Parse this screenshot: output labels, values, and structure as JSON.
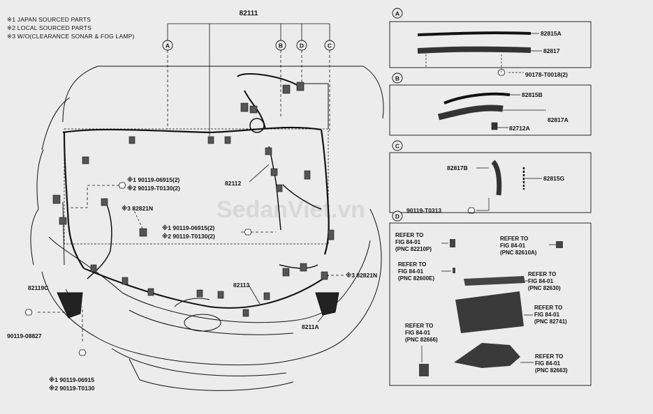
{
  "notes": [
    "※1 JAPAN SOURCED PARTS",
    "※2 LOCAL SOURCED PARTS",
    "※3 W/O(CLEARANCE SONAR & FOG LAMP)"
  ],
  "main": {
    "top_part": "82111",
    "callouts": [
      "A",
      "B",
      "D",
      "C"
    ],
    "parts": {
      "p82112": "82112",
      "p82113": "82113",
      "p82119c": "82119C",
      "p8211a": "8211A",
      "p82821n_left": "※3 82821N",
      "p82821n_right": "※3 82821N",
      "bolt_left_1": "※1 90119-06915(2)",
      "bolt_left_2": "※2 90119-T0130(2)",
      "bolt_mid_1": "※1 90119-06915(2)",
      "bolt_mid_2": "※2 90119-T0130(2)",
      "bolt_side": "90119-08827",
      "bolt_bottom_1": "※1 90119-06915",
      "bolt_bottom_2": "※2 90119-T0130"
    }
  },
  "watermark": "SedanViet.vn",
  "panels": {
    "A": {
      "tag": "A",
      "parts": [
        "82815A",
        "82817",
        "90178-T0018(2)"
      ]
    },
    "B": {
      "tag": "B",
      "parts": [
        "82815B",
        "82817A",
        "82712A"
      ]
    },
    "C": {
      "tag": "C",
      "parts": [
        "82817B",
        "82815G",
        "90119-T0313"
      ]
    },
    "D": {
      "tag": "D",
      "refs": [
        {
          "line1": "REFER TO",
          "line2": "FIG 84-01",
          "line3": "(PNC 82210P)"
        },
        {
          "line1": "REFER TO",
          "line2": "FIG 84-01",
          "line3": "(PNC 82610A)"
        },
        {
          "line1": "REFER TO",
          "line2": "FIG 84-01",
          "line3": "(PNC 82600E)"
        },
        {
          "line1": "REFER TO",
          "line2": "FIG 84-01",
          "line3": "(PNC 82630)"
        },
        {
          "line1": "REFER TO",
          "line2": "FIG 84-01",
          "line3": "(PNC 82741)"
        },
        {
          "line1": "REFER TO",
          "line2": "FIG 84-01",
          "line3": "(PNC 82666)"
        },
        {
          "line1": "REFER TO",
          "line2": "FIG 84-01",
          "line3": "(PNC 82663)"
        }
      ]
    }
  },
  "colors": {
    "line": "#111111",
    "background": "#ececec",
    "watermark": "#c9c9c9"
  }
}
